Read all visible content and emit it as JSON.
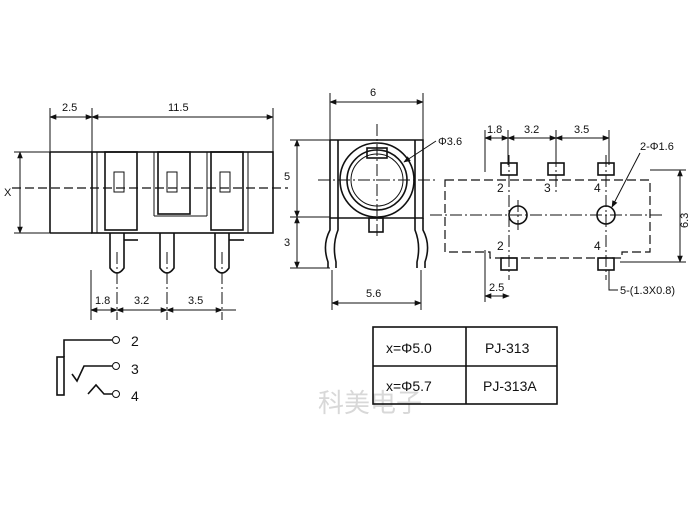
{
  "side_view": {
    "dim_top_left": "2.5",
    "dim_top_total": "11.5",
    "dim_height": "X",
    "dim_bottom": [
      "1.8",
      "3.2",
      "3.5"
    ]
  },
  "front_view": {
    "dim_width_top": "6",
    "dim_bore": "Φ3.6",
    "dim_height_upper": "5",
    "dim_height_lower": "3",
    "dim_width_bottom": "5.6"
  },
  "footprint": {
    "dim_top": [
      "1.8",
      "3.2",
      "3.5"
    ],
    "dim_holes": "2-Φ1.6",
    "dim_height": "6.3",
    "dim_bottom_offset": "2.5",
    "dim_pads": "5-(1.3X0.8)",
    "pin_labels_top": [
      "2",
      "3",
      "4"
    ],
    "pin_labels_bottom": [
      "2",
      "4"
    ]
  },
  "schematic": {
    "pins": [
      "2",
      "3",
      "4"
    ]
  },
  "model_table": {
    "rows": [
      {
        "spec": "x=Φ5.0",
        "model": "PJ-313"
      },
      {
        "spec": "x=Φ5.7",
        "model": "PJ-313A"
      }
    ]
  },
  "watermark": "科美电子"
}
